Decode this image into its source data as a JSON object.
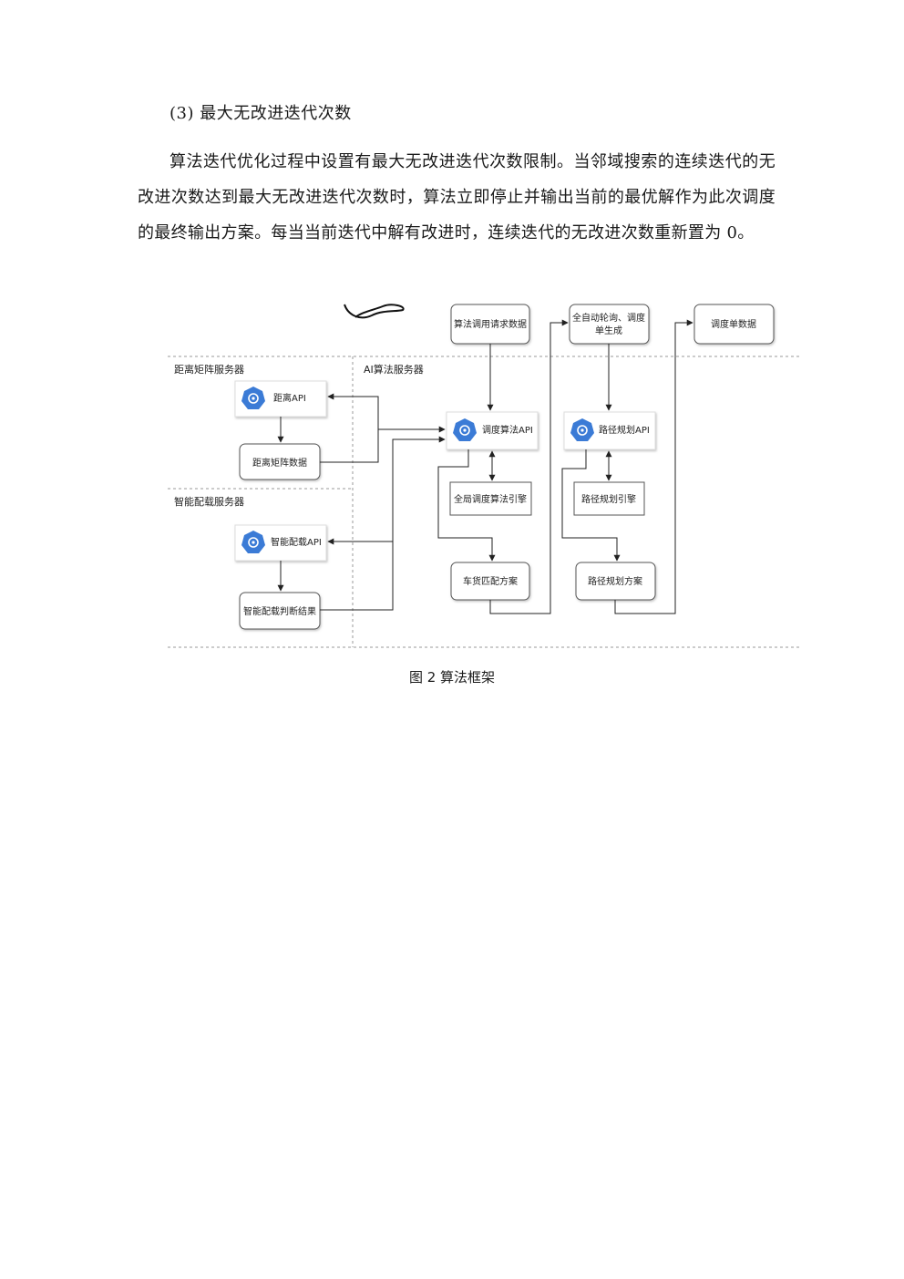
{
  "section_heading": "(3) 最大无改进迭代次数",
  "paragraph": "算法迭代优化过程中设置有最大无改进迭代次数限制。当邻域搜索的连续迭代的无改进次数达到最大无改进迭代次数时，算法立即停止并输出当前的最优解作为此次调度的最终输出方案。每当当前迭代中解有改进时，连续迭代的无改进次数重新置为 0。",
  "figure": {
    "caption": "图 2 算法框架",
    "zones": {
      "distance_server": "距离矩阵服务器",
      "ai_server": "AI算法服务器",
      "loading_server": "智能配载服务器"
    },
    "nodes": {
      "request_data": "算法调用请求数据",
      "auto_poll": "全自动轮询、调度单生成",
      "dispatch_data": "调度单数据",
      "distance_api": "距离API",
      "distance_matrix_data": "距离矩阵数据",
      "dispatch_api": "调度算法API",
      "route_api": "路径规划API",
      "global_engine": "全局调度算法引擎",
      "route_engine": "路径规划引擎",
      "loading_api": "智能配载API",
      "loading_result": "智能配载判断结果",
      "matching_plan": "车货匹配方案",
      "route_plan": "路径规划方案"
    },
    "colors": {
      "api_icon": "#3b7bd6",
      "box_border": "#555555",
      "divider": "#999999"
    }
  }
}
